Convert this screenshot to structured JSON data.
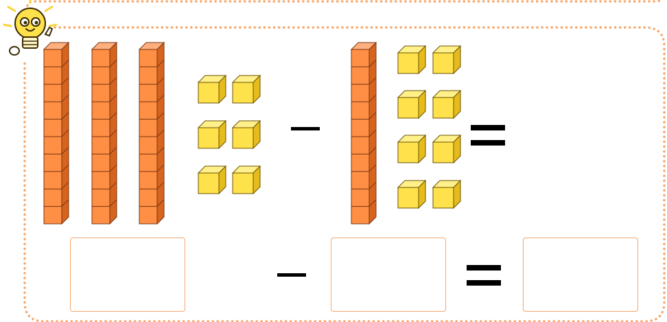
{
  "colors": {
    "rod_front": "#fe8f45",
    "rod_side": "#d6641f",
    "rod_top": "#ffb07e",
    "rod_line": "#7a3410",
    "cube_front": "#ffe14c",
    "cube_side": "#e6bc1c",
    "cube_top": "#fff08a",
    "cube_line": "#6a5200",
    "border_dots": "#f7a76a",
    "box_border": "#f4a56b",
    "operator": "#000000"
  },
  "icons": {
    "mascot": "lightbulb-mascot-icon"
  },
  "equation": {
    "minuend": {
      "tens_rods": 3,
      "ones_cubes": 6
    },
    "subtrahend": {
      "tens_rods": 1,
      "ones_cubes": 8
    },
    "operators": [
      "minus",
      "equals"
    ]
  },
  "answer_boxes": [
    {
      "role": "minuend",
      "value": ""
    },
    {
      "role": "subtrahend",
      "value": ""
    },
    {
      "role": "difference",
      "value": ""
    }
  ]
}
